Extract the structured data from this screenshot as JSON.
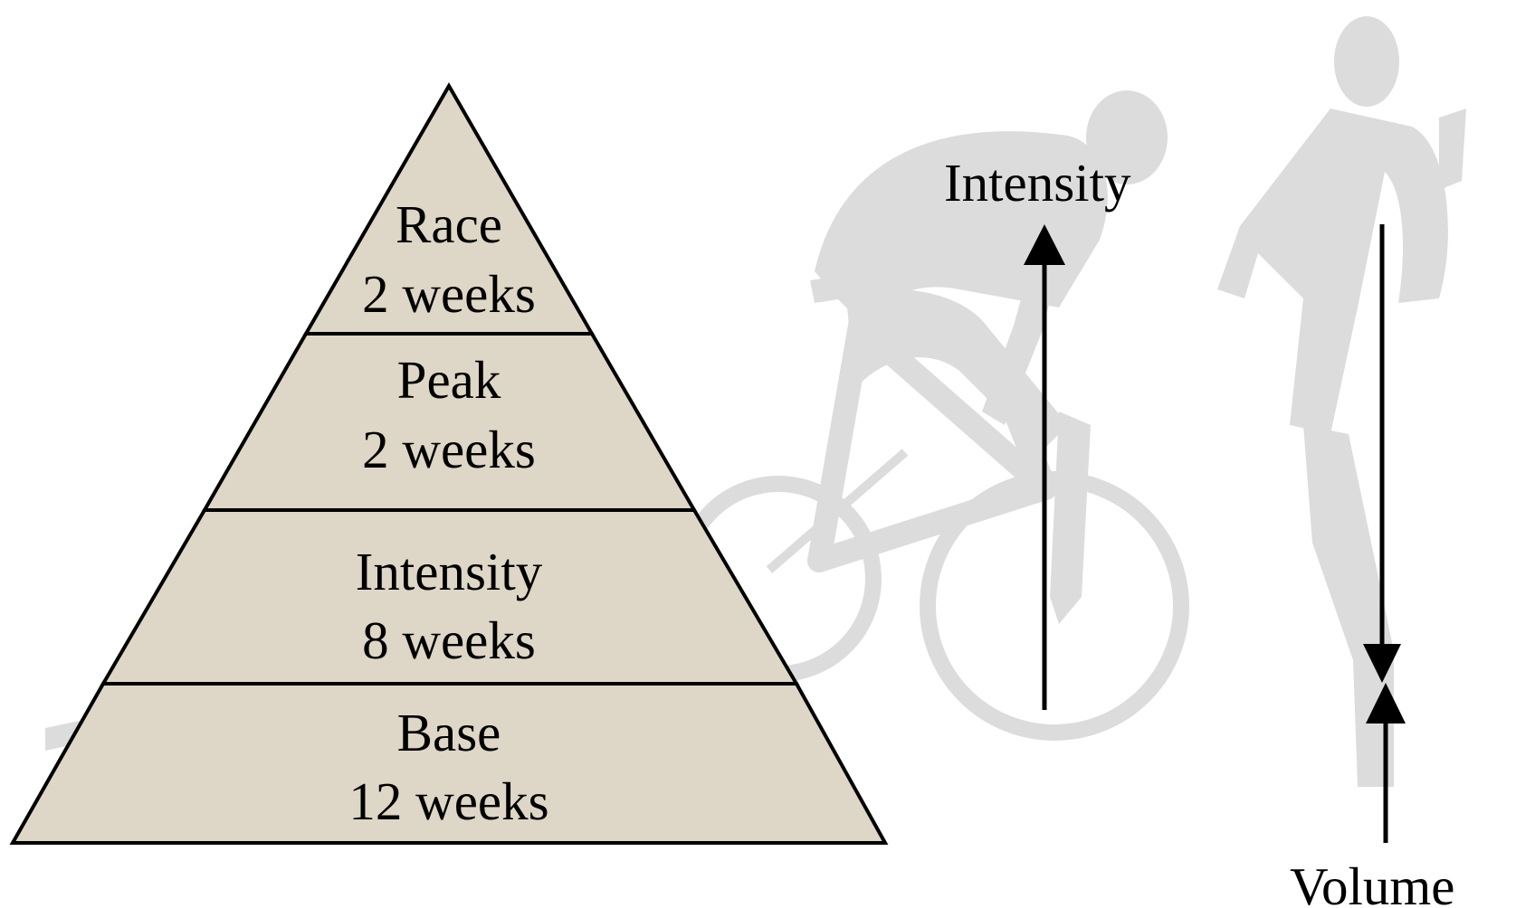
{
  "pyramid": {
    "fill_color": "#ded6c6",
    "levels": [
      {
        "name": "Race",
        "duration": "2 weeks"
      },
      {
        "name": "Peak",
        "duration": "2 weeks"
      },
      {
        "name": "Intensity",
        "duration": "8 weeks"
      },
      {
        "name": "Base",
        "duration": "12 weeks"
      }
    ]
  },
  "axes": {
    "intensity_label": "Intensity",
    "volume_label": "Volume"
  },
  "background": {
    "icon": "cyclist-silhouette",
    "color": "#dcdcdc"
  }
}
